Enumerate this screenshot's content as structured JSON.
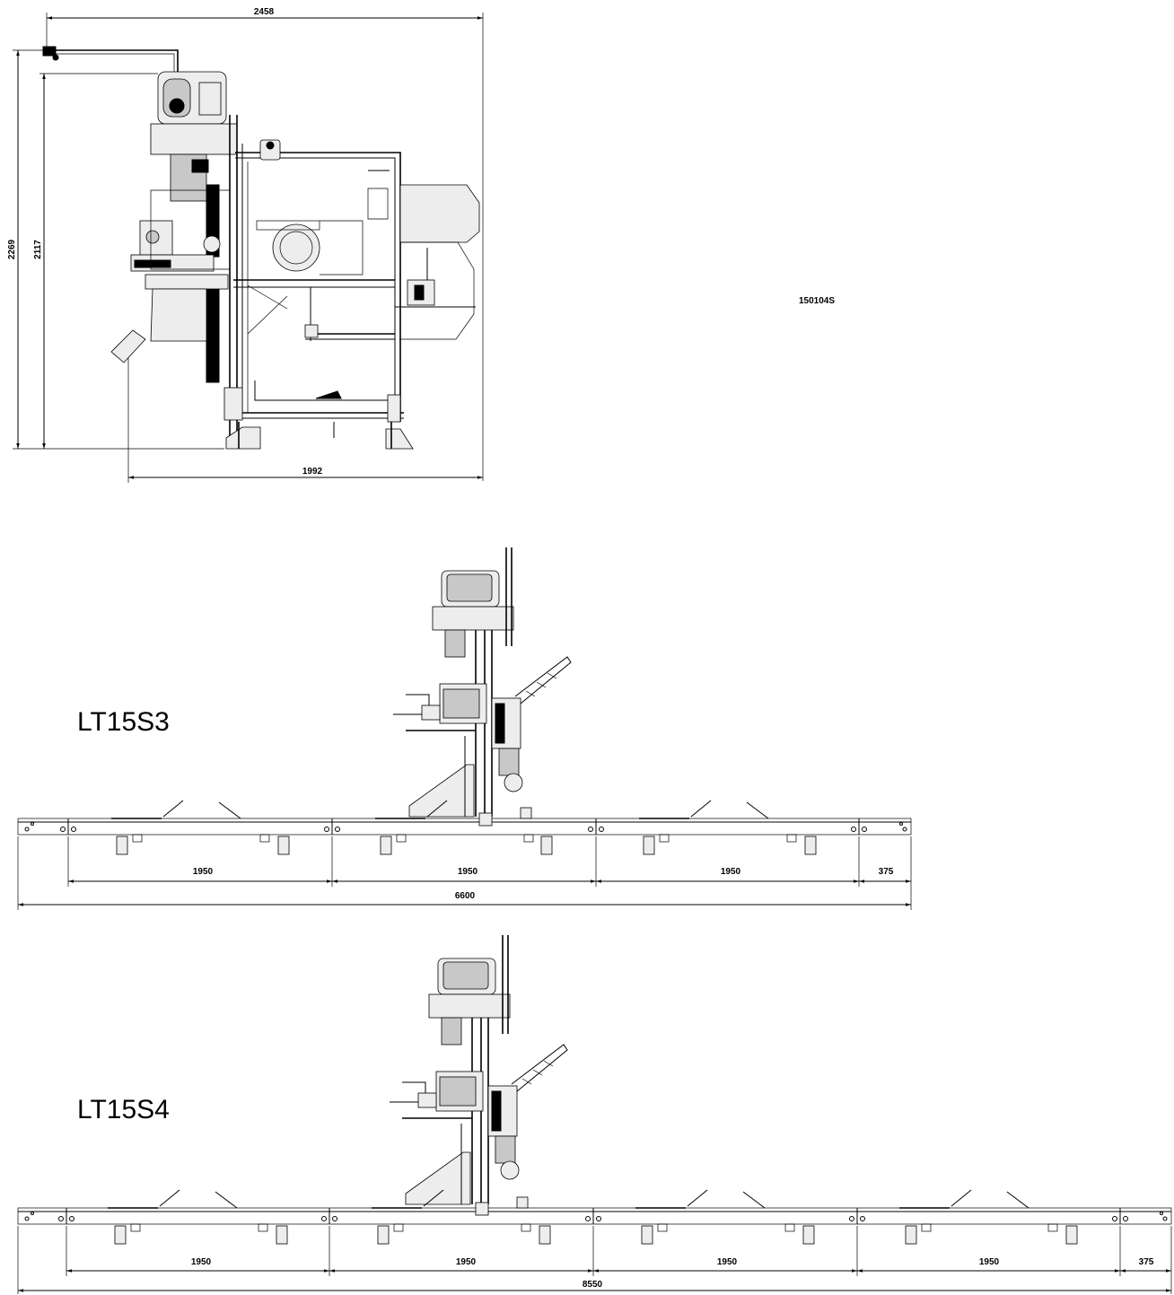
{
  "drawing_code": "150104S",
  "side_view": {
    "dim_overall_width": "2458",
    "dim_base_width": "1992",
    "dim_overall_height": "2269",
    "dim_frame_height": "2117"
  },
  "models": [
    {
      "name": "LT15S3",
      "section_dims": [
        "1950",
        "1950",
        "1950"
      ],
      "end_dim": "375",
      "total_length": "6600"
    },
    {
      "name": "LT15S4",
      "section_dims": [
        "1950",
        "1950",
        "1950",
        "1950"
      ],
      "end_dim": "375",
      "total_length": "8550"
    }
  ]
}
